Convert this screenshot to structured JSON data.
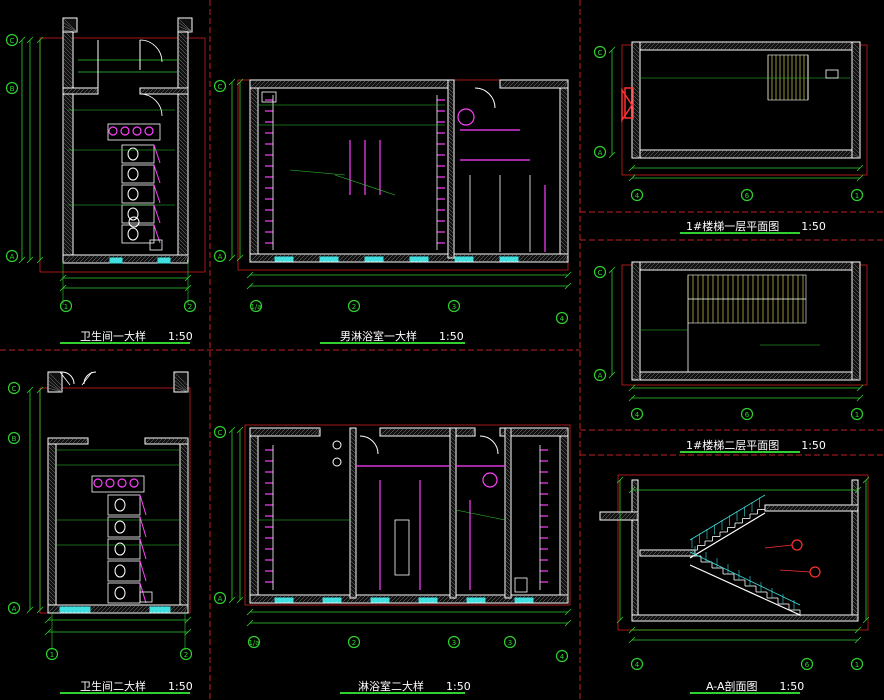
{
  "titles": {
    "p1": {
      "name": "卫生间一大样",
      "scale": "1:50"
    },
    "p2": {
      "name": "男淋浴室一大样",
      "scale": "1:50"
    },
    "p3": {
      "name": "1#楼梯一层平面图",
      "scale": "1:50"
    },
    "p4": {
      "name": "1#楼梯二层平面图",
      "scale": "1:50"
    },
    "p5": {
      "name": "卫生间二大样",
      "scale": "1:50"
    },
    "p6": {
      "name": "淋浴室二大样",
      "scale": "1:50"
    },
    "p7": {
      "name": "A-A剖面图",
      "scale": "1:50"
    }
  },
  "axis_labels": {
    "A": "A",
    "B": "B",
    "C": "C",
    "n1": "1",
    "n2": "2",
    "n3": "3",
    "n4": "4",
    "n6": "6",
    "n1a": "1/a"
  },
  "colors": {
    "wall": "#ffffff",
    "dimension": "#2fd02f",
    "fixture": "#ff40ff",
    "red": "#ff3030",
    "yellow": "#f0f060",
    "cyan": "#40e0e0",
    "frame": "#d02020",
    "hatch": "#ffffff"
  }
}
